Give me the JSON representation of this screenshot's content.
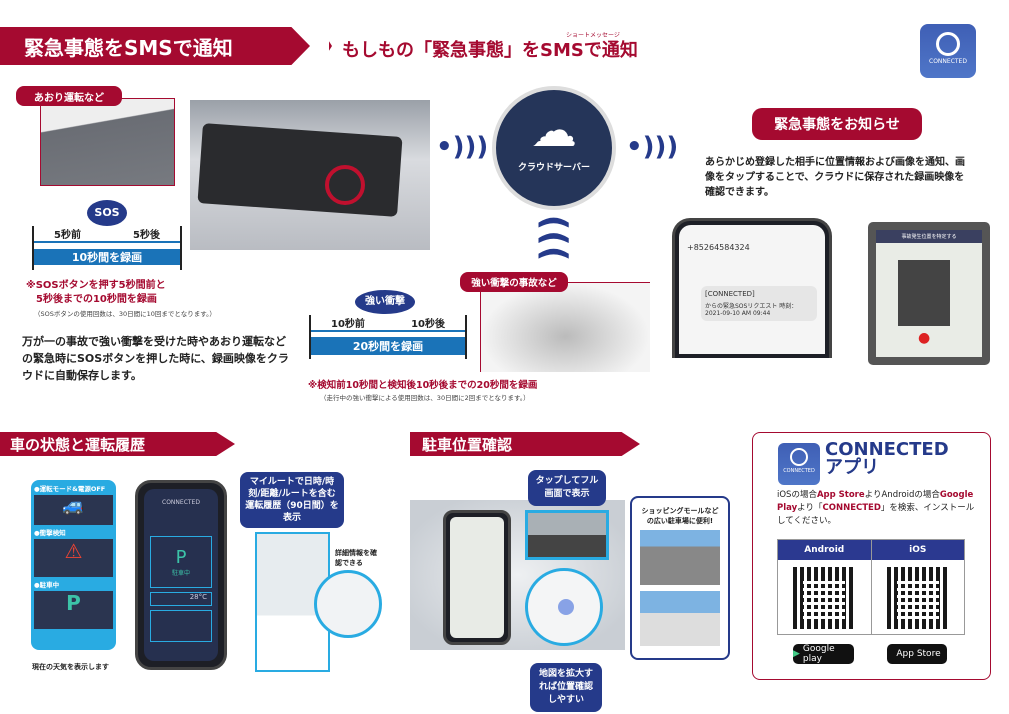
{
  "header": {
    "banner": "緊急事態をSMSで通知",
    "subtitle": "もしもの「緊急事態」をSMSで通知",
    "ruby": "ショートメッセージ",
    "app_icon_label": "CONNECTED"
  },
  "sos": {
    "scene_label": "あおり運転など",
    "bubble": "SOS",
    "before": "5秒前",
    "after": "5秒後",
    "bar": "10秒間を録画",
    "note_line1": "※SOSボタンを押す5秒間前と",
    "note_line2": "5秒後までの10秒間を録画",
    "small": "（SOSボタンの使用回数は、30日間に10回までとなります。）",
    "body": "万が一の事故で強い衝撃を受けた時やあおり運転などの緊急時にSOSボタンを押した時に、録画映像をクラウドに自動保存します。"
  },
  "cloud": {
    "label": "クラウドサーバー"
  },
  "impact": {
    "scene_label": "強い衝撃の事故など",
    "bubble": "強い衝撃",
    "before": "10秒前",
    "after": "10秒後",
    "bar": "20秒間を録画",
    "note": "※検知前10秒間と検知後10秒後までの20秒間を録画",
    "small": "（走行中の強い衝撃による使用回数は、30日間に2回までとなります。）"
  },
  "notify": {
    "pill": "緊急事態をお知らせ",
    "body": "あらかじめ登録した相手に位置情報および画像を通知、画像をタップすることで、クラウドに保存された録画映像を確認できます。",
    "sms_number": "+85264584324",
    "sms_title": "[CONNECTED]",
    "sms_body": "からの緊急SOSリクエスト 時刻：2021-09-10 AM 09:44",
    "map_header": "事故発生位置を特定する"
  },
  "status": {
    "title": "車の状態と運転履歴",
    "items": [
      "●運転モード&電源OFF",
      "●衝撃検知",
      "●駐車中"
    ],
    "parking": "駐車中",
    "app_title": "CONNECTED",
    "temp": "28°C",
    "route_bubble": "マイルートで日時/時刻/距離/ルートを含む運転履歴（90日間）を表示",
    "detail": "詳細情報を確認できる",
    "weather": "現在の天気を表示します"
  },
  "parking": {
    "title": "駐車位置確認",
    "tap": "タップしてフル画面で表示",
    "zoom": "地図を拡大すれば位置確認しやすい",
    "mall": "ショッピングモールなどの広い駐車場に便利!"
  },
  "app": {
    "title1": "CONNECTED",
    "title2": "アプリ",
    "icon_label": "CONNECTED",
    "desc1": "iOSの場合",
    "store1": "App Store",
    "desc2": "よりAndroidの場合",
    "store2": "Google Play",
    "desc3": "より「",
    "name": "CONNECTED",
    "desc4": "」を検索、インストールしてください。",
    "col_android": "Android",
    "col_ios": "iOS",
    "gp": "Google play",
    "as": "App Store"
  },
  "colors": {
    "crimson": "#a50a30",
    "navy": "#253a8a",
    "blue": "#1a73b8",
    "cyan": "#29abe2"
  }
}
